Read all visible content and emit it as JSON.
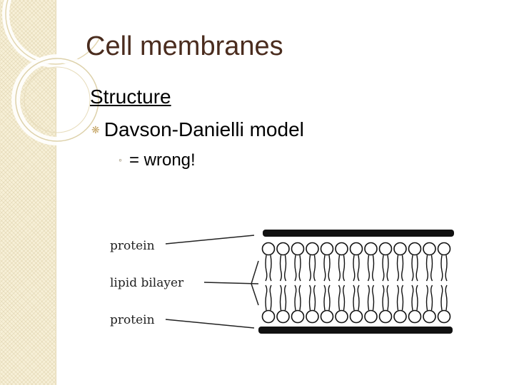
{
  "slide": {
    "title": "Cell membranes",
    "heading": "Structure",
    "bullet_1": "Davson-Danielli model",
    "bullet_2": "= wrong!",
    "bullet_1_icon": "decorative-bullet-icon",
    "bullet_2_icon": "ring-bullet-icon"
  },
  "diagram": {
    "label_top": "protein",
    "label_middle": "lipid bilayer",
    "label_bottom": "protein"
  },
  "colors": {
    "title": "#4a2c1e",
    "band": "#f7f0d8",
    "accent": "#c7a86a"
  }
}
